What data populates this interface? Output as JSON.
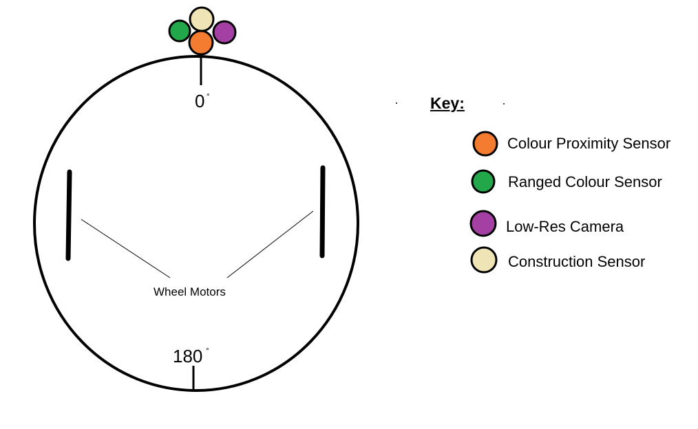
{
  "diagram": {
    "top_angle": "0",
    "bottom_angle": "180",
    "degree_symbol": "°",
    "motor_label": "Wheel Motors"
  },
  "key": {
    "title": "Key:",
    "items": [
      {
        "label": "Colour Proximity Sensor",
        "color": "#f47c31",
        "icon": "orange-circle"
      },
      {
        "label": "Ranged Colour Sensor",
        "color": "#22a84a",
        "icon": "green-circle"
      },
      {
        "label": "Low-Res Camera",
        "color": "#a43fa3",
        "icon": "purple-circle"
      },
      {
        "label": "Construction Sensor",
        "color": "#efe4b6",
        "icon": "cream-circle"
      }
    ]
  },
  "colors": {
    "orange": "#f47c31",
    "green": "#22a84a",
    "purple": "#a43fa3",
    "cream": "#efe4b6",
    "outline": "#000000"
  }
}
